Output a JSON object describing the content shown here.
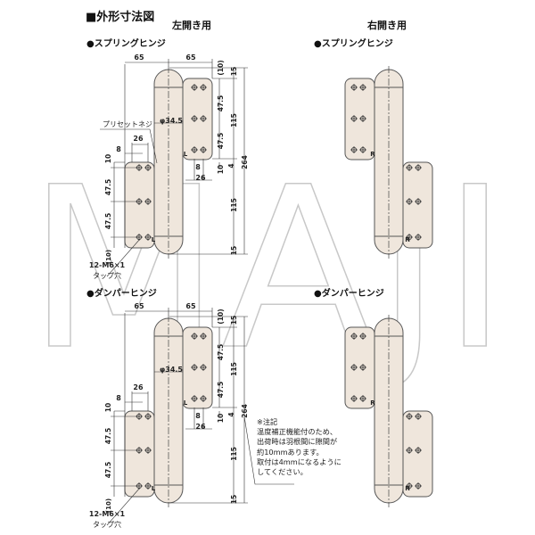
{
  "title": "■外形寸法図",
  "columns": {
    "left": "左開き用",
    "right": "右開き用"
  },
  "sections": [
    {
      "label": "●スプリングヒンジ",
      "right_label": "●スプリングヒンジ"
    },
    {
      "label": "●ダンパーヒンジ",
      "right_label": "●ダンパーヒンジ"
    }
  ],
  "dims": {
    "width_left": "65",
    "width_right": "65",
    "top_gap": "(10)",
    "cap": "15",
    "pitch": "47.5",
    "leaf_len": "115",
    "diameter": "φ34.5",
    "total": "264",
    "offset8": "8",
    "offset10": "10",
    "offset4": "4",
    "pitch26": "26",
    "bottom_gap": "(10)",
    "mark_l": "L",
    "mark_r": "R"
  },
  "callouts": {
    "preset_screw": "プリセットネジ",
    "tap": "12-M6×1",
    "tap_hole": "タップ穴"
  },
  "note": {
    "heading": "※注記",
    "lines": [
      "温度補正機能付のため、",
      "出荷時は羽根間に隙間が",
      "約10mmあります。",
      "取付は4mmになるように",
      "してください。"
    ]
  },
  "watermark": "MAJI",
  "colors": {
    "leaf": "#efe6dc",
    "outline": "#555555",
    "dim": "#333333",
    "watermark": "#c8c8c8"
  }
}
